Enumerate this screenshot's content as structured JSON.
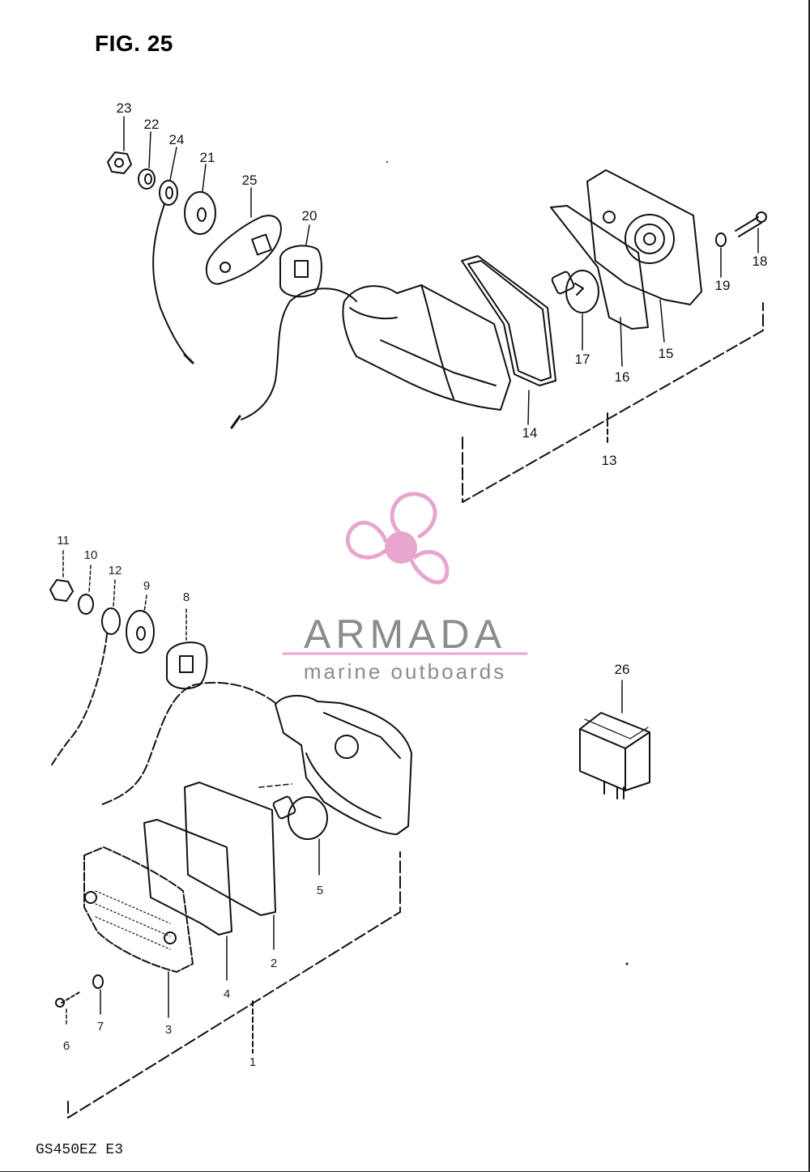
{
  "figure": {
    "title": "FIG. 25",
    "model_code": "GS450EZ  E3"
  },
  "watermark": {
    "brand": "ARMADA",
    "tagline": "marine outboards",
    "icon": "propeller-icon",
    "colors": {
      "accent": "#e8a6cf",
      "text": "#8c8c8c"
    }
  },
  "callouts": {
    "p1": "1",
    "p2": "2",
    "p3": "3",
    "p4": "4",
    "p5": "5",
    "p6": "6",
    "p7": "7",
    "p8": "8",
    "p9": "9",
    "p10": "10",
    "p11": "11",
    "p12": "12",
    "p13": "13",
    "p14": "14",
    "p15": "15",
    "p16": "16",
    "p17": "17",
    "p18": "18",
    "p19": "19",
    "p20": "20",
    "p21": "21",
    "p22": "22",
    "p23": "23",
    "p24": "24",
    "p25": "25",
    "p26": "26"
  }
}
